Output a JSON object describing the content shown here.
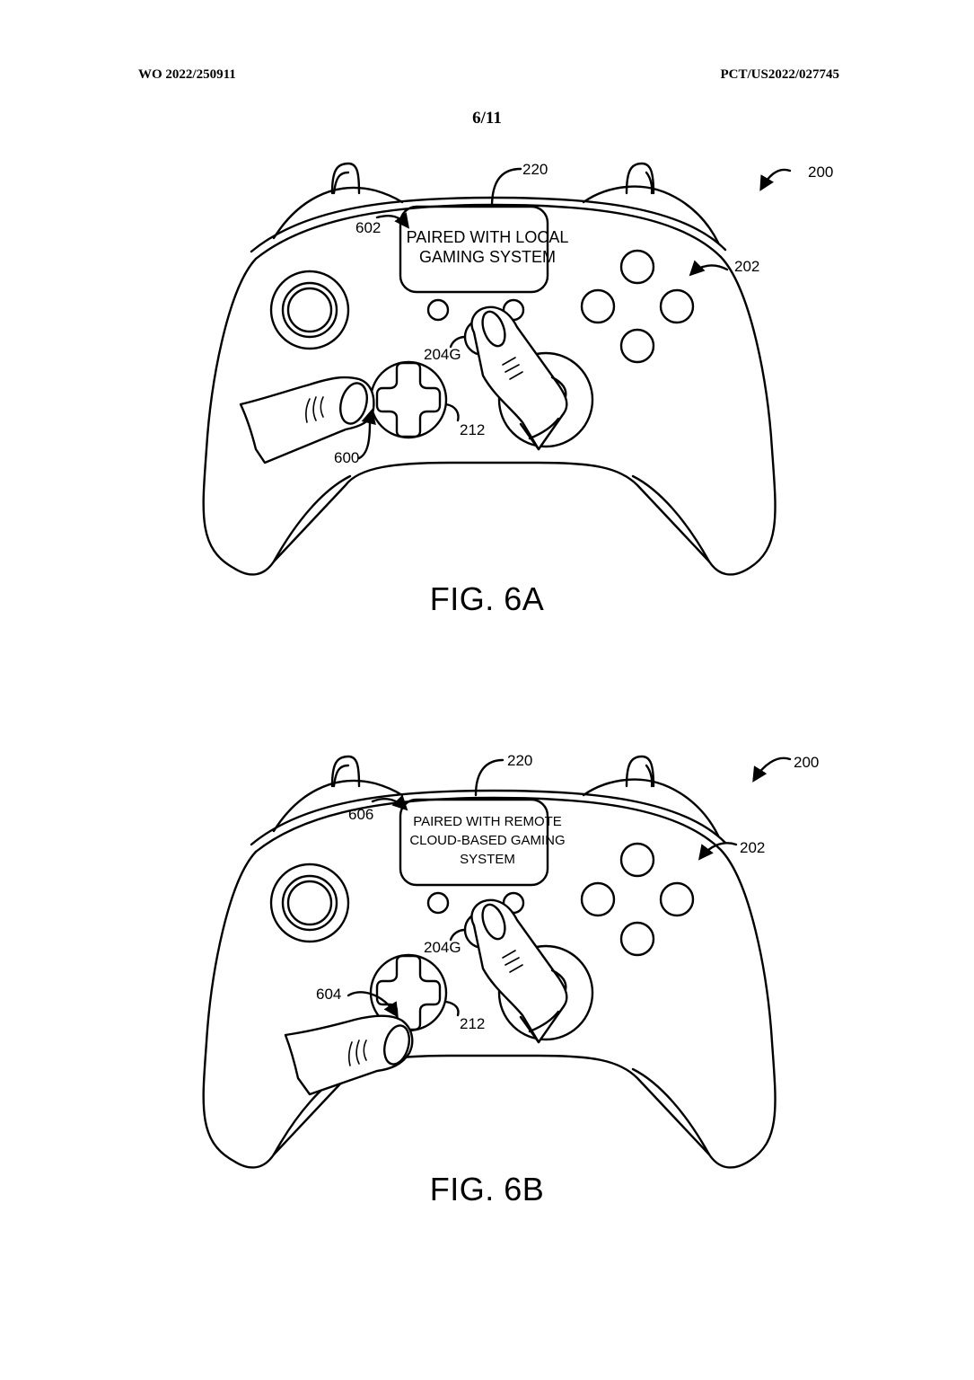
{
  "header": {
    "publication_number": "WO 2022/250911",
    "application_number": "PCT/US2022/027745",
    "sheet": "6/11"
  },
  "figures": [
    {
      "caption": "FIG. 6A",
      "screen_text_lines": [
        "PAIRED WITH LOCAL",
        "GAMING SYSTEM"
      ],
      "labels": {
        "system": "200",
        "controller_body": "202",
        "button": "204G",
        "dpad": "212",
        "display": "220",
        "input_gesture": "600",
        "display_message": "602"
      }
    },
    {
      "caption": "FIG. 6B",
      "screen_text_lines": [
        "PAIRED WITH REMOTE",
        "CLOUD-BASED GAMING",
        "SYSTEM"
      ],
      "labels": {
        "system": "200",
        "controller_body": "202",
        "button": "204G",
        "dpad": "212",
        "display": "220",
        "input_gesture": "604",
        "display_message": "606"
      }
    }
  ]
}
